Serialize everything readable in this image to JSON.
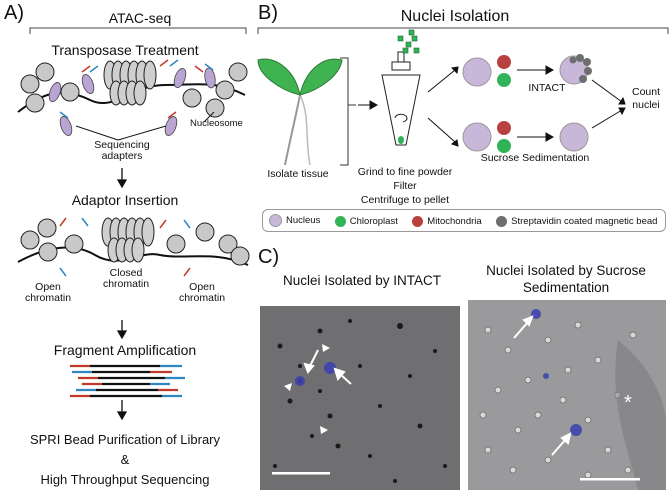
{
  "panelA": {
    "letter": "A)",
    "title": "ATAC-seq",
    "step1": "Transposase Treatment",
    "nucleosome": "Nucleosome",
    "seq_adapters_1": "Sequencing",
    "seq_adapters_2": "adapters",
    "step2": "Adaptor Insertion",
    "open_chromatin_left_1": "Open",
    "open_chromatin_left_2": "chromatin",
    "closed_chromatin_1": "Closed",
    "closed_chromatin_2": "chromatin",
    "open_chromatin_right_1": "Open",
    "open_chromatin_right_2": "chromatin",
    "step3": "Fragment Amplification",
    "step4_line1": "SPRI Bead Purification of Library",
    "step4_line2": "&",
    "step4_line3": "High Throughput Sequencing"
  },
  "panelB": {
    "letter": "B)",
    "title": "Nuclei Isolation",
    "isolate_tissue": "Isolate tissue",
    "grind_1": "Grind to fine powder",
    "grind_2": "Filter",
    "grind_3": "Centrifuge to pellet",
    "intact": "INTACT",
    "sucrose": "Sucrose Sedimentation",
    "count_1": "Count",
    "count_2": "nuclei",
    "legend": [
      {
        "label": "Nucleus",
        "color": "#c9b7d9"
      },
      {
        "label": "Chloroplast",
        "color": "#2fb457"
      },
      {
        "label": "Mitochondria",
        "color": "#b8403f"
      },
      {
        "label": "Streptavidin coated magnetic bead",
        "color": "#6e6e6e"
      }
    ]
  },
  "panelC": {
    "letter": "C)",
    "title_left": "Nuclei Isolated by INTACT",
    "title_right_1": "Nuclei Isolated by Sucrose",
    "title_right_2": "Sedimentation",
    "asterisk": "*"
  },
  "colors": {
    "nucleus": "#c9b7d9",
    "chloroplast": "#2fb457",
    "mitochondria": "#b8403f",
    "bead": "#6e6e6e",
    "adapter_red": "#c0392b",
    "adapter_blue": "#2e86c1",
    "nucleus_stain": "#3a3fb0"
  }
}
